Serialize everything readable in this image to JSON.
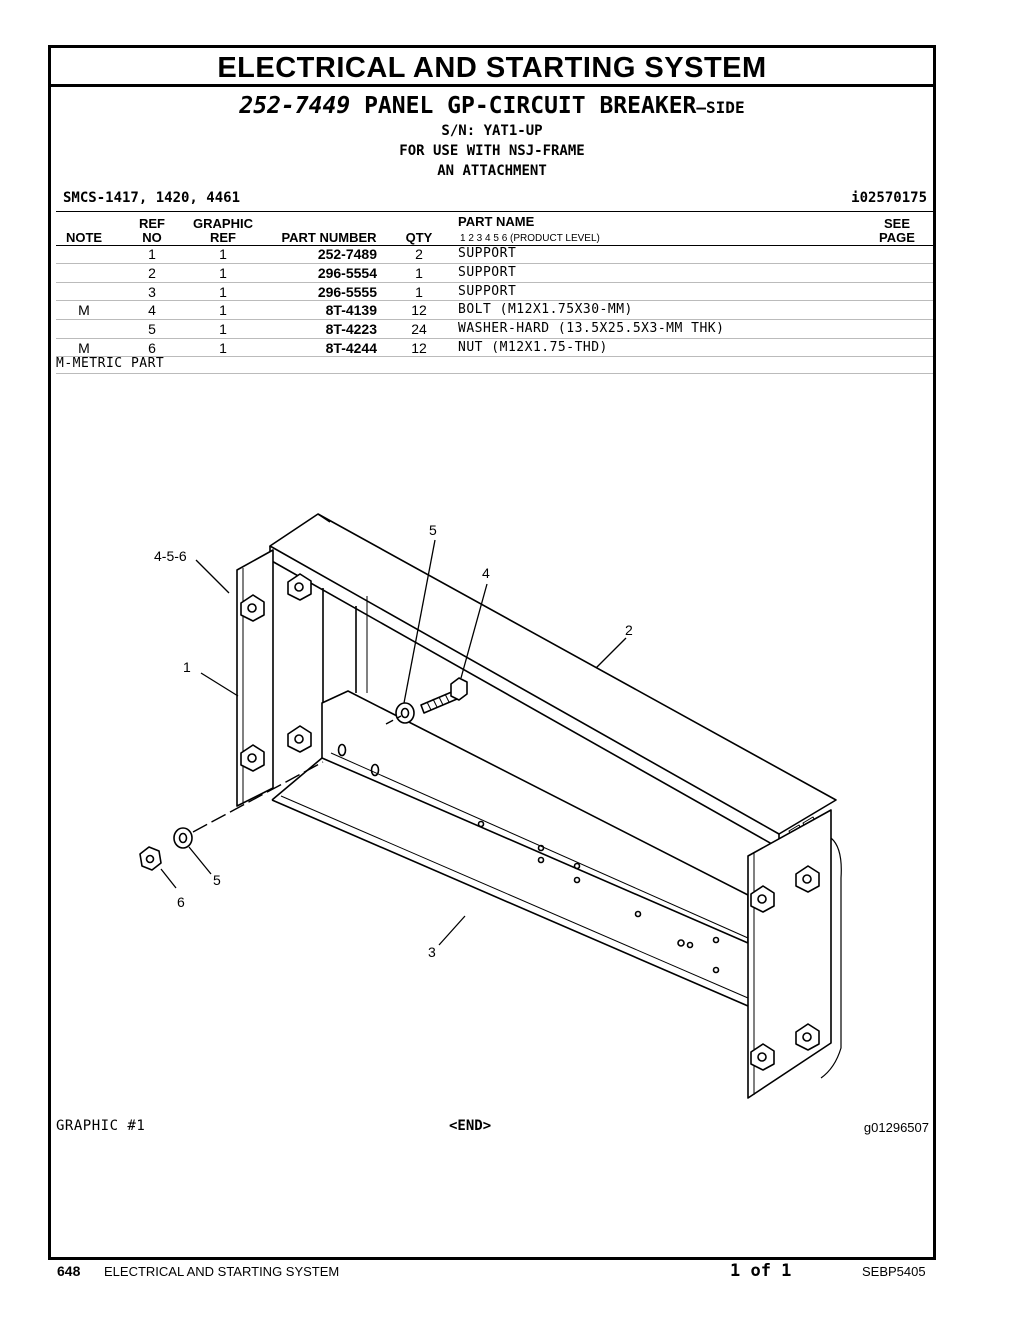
{
  "header": {
    "title": "ELECTRICAL AND STARTING SYSTEM",
    "part_number": "252-7449",
    "part_name": "PANEL GP-CIRCUIT BREAKER",
    "part_name_suffix": "–SIDE",
    "serial": "S/N: YAT1-UP",
    "use_with": "FOR USE WITH NSJ-FRAME",
    "attachment": "AN ATTACHMENT",
    "smcs": "SMCS-1417, 1420, 4461",
    "illustration_id": "i02570175"
  },
  "columns": {
    "note": "NOTE",
    "ref_top": "REF",
    "ref_bottom": "NO",
    "graphic_top": "GRAPHIC",
    "graphic_bottom": "REF",
    "part_number": "PART NUMBER",
    "qty": "QTY",
    "part_name": "PART NAME",
    "levels": "1   2   3   4   5   6   (PRODUCT LEVEL)",
    "see_top": "SEE",
    "see_bottom": "PAGE"
  },
  "rows": [
    {
      "note": "",
      "ref": "1",
      "graphic": "1",
      "part_number": "252-7489",
      "qty": "2",
      "name": "SUPPORT"
    },
    {
      "note": "",
      "ref": "2",
      "graphic": "1",
      "part_number": "296-5554",
      "qty": "1",
      "name": "SUPPORT"
    },
    {
      "note": "",
      "ref": "3",
      "graphic": "1",
      "part_number": "296-5555",
      "qty": "1",
      "name": "SUPPORT"
    },
    {
      "note": "M",
      "ref": "4",
      "graphic": "1",
      "part_number": "8T-4139",
      "qty": "12",
      "name": "BOLT (M12X1.75X30-MM)"
    },
    {
      "note": "",
      "ref": "5",
      "graphic": "1",
      "part_number": "8T-4223",
      "qty": "24",
      "name": "WASHER-HARD (13.5X25.5X3-MM THK)"
    },
    {
      "note": "M",
      "ref": "6",
      "graphic": "1",
      "part_number": "8T-4244",
      "qty": "12",
      "name": "NUT (M12X1.75-THD)"
    }
  ],
  "note_legend": "M-METRIC PART",
  "callouts": {
    "c456": "4-5-6",
    "c1": "1",
    "c5_top": "5",
    "c4": "4",
    "c2": "2",
    "c5_bottom": "5",
    "c6": "6",
    "c3": "3"
  },
  "graphic_label": "GRAPHIC #1",
  "end_label": "<END>",
  "graphic_id": "g01296507",
  "footer": {
    "page": "648",
    "section": "ELECTRICAL AND STARTING SYSTEM",
    "page_of": "1 of 1",
    "doc_id": "SEBP5405"
  }
}
